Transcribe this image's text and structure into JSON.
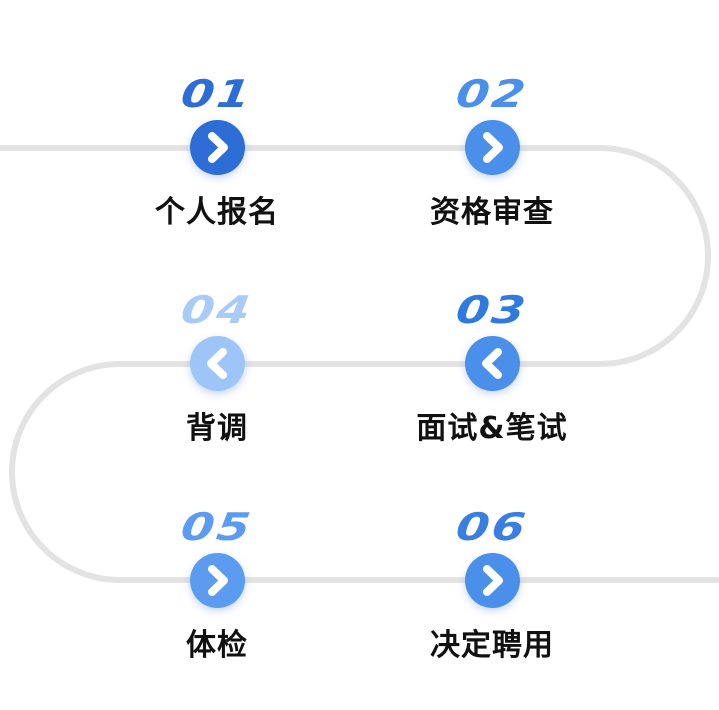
{
  "colors": {
    "track": "#e3e3e3",
    "dark_blue": "#2d6dd6",
    "mid_blue": "#4a90ea",
    "light_blue": "#9ec5f8",
    "label": "#111111"
  },
  "steps": [
    {
      "num": "01",
      "label": "个人报名",
      "direction": "right",
      "color": "#2d6dd6",
      "number_color": "#2d6dd6"
    },
    {
      "num": "02",
      "label": "资格审查",
      "direction": "right",
      "color": "#4a90ea",
      "number_color": "#4a90ea"
    },
    {
      "num": "03",
      "label": "面试&笔试",
      "direction": "left",
      "color": "#4a90ea",
      "number_color": "#2f7ae0"
    },
    {
      "num": "04",
      "label": "背调",
      "direction": "left",
      "color": "#9ec5f8",
      "number_color": "#a8cbf7"
    },
    {
      "num": "05",
      "label": "体检",
      "direction": "right",
      "color": "#5b9cf0",
      "number_color": "#5b9cf0"
    },
    {
      "num": "06",
      "label": "决定聘用",
      "direction": "right",
      "color": "#4a90ea",
      "number_color": "#3a7fe0"
    }
  ]
}
